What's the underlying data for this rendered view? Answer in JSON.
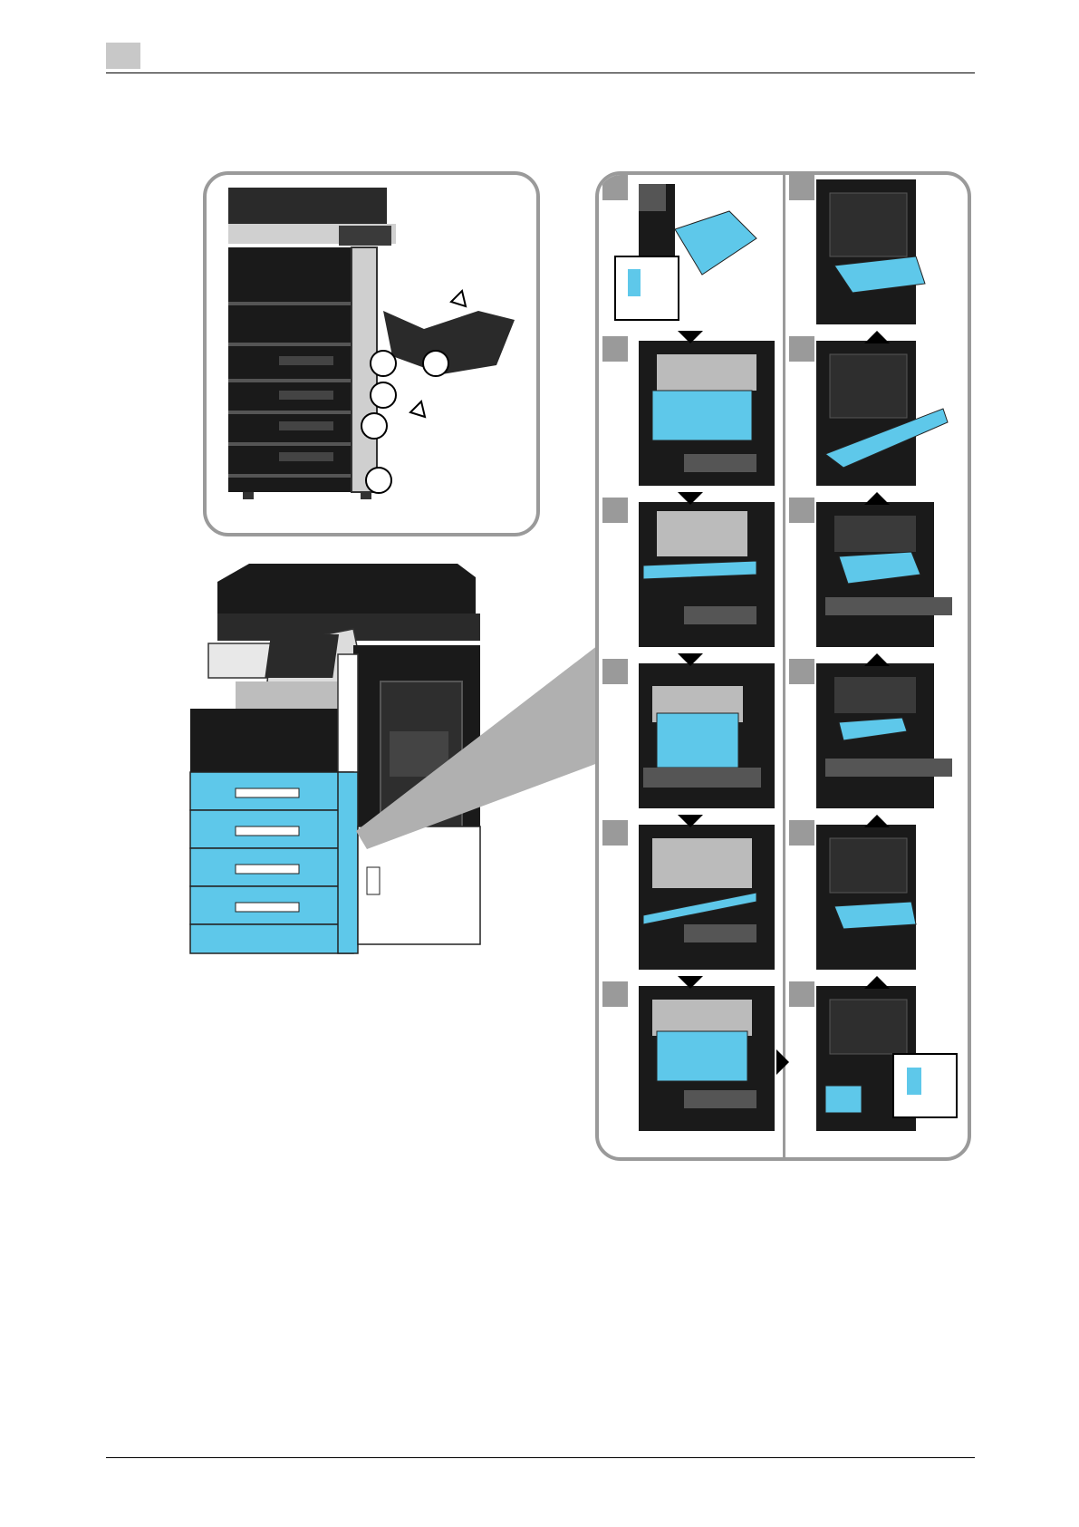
{
  "colors": {
    "highlight": "#5ec8ea",
    "machine": "#1a1a1a",
    "panel_border": "#9a9a9a",
    "badge": "#c8c8c8"
  },
  "icons": [
    "hand-pointer-icon",
    "arrow-icon"
  ],
  "steps": {
    "left_column": [
      {
        "id": "step-left-1"
      },
      {
        "id": "step-left-2"
      },
      {
        "id": "step-left-3"
      },
      {
        "id": "step-left-4"
      },
      {
        "id": "step-left-5"
      },
      {
        "id": "step-left-6"
      }
    ],
    "right_column": [
      {
        "id": "step-right-1"
      },
      {
        "id": "step-right-2"
      },
      {
        "id": "step-right-3"
      },
      {
        "id": "step-right-4"
      },
      {
        "id": "step-right-5"
      },
      {
        "id": "step-right-6"
      }
    ]
  }
}
